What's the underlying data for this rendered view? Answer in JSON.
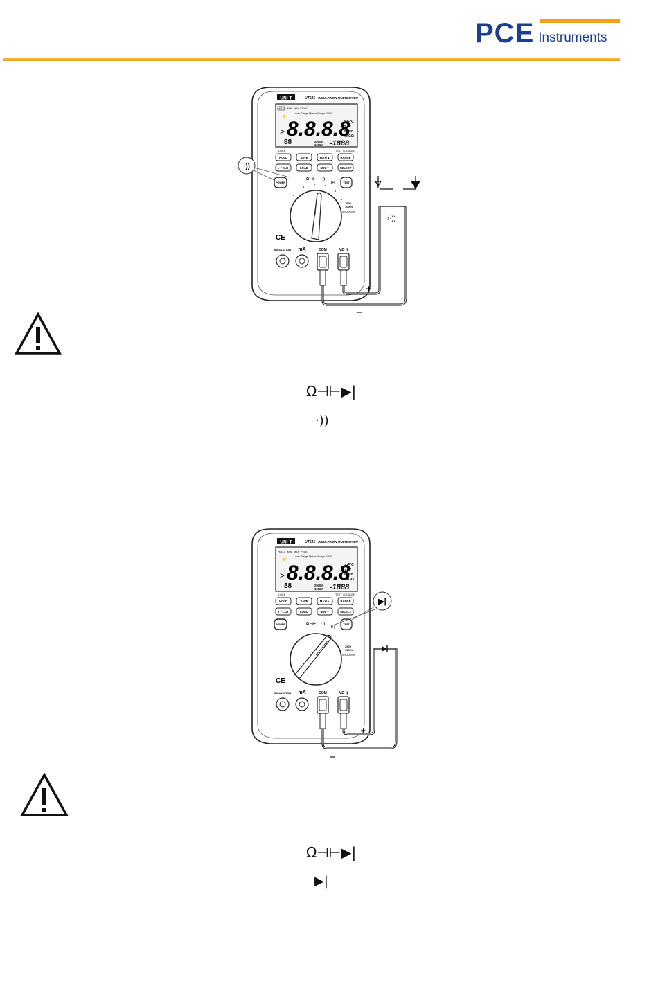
{
  "header": {
    "brand_mark": "PCE",
    "brand_text": "Instruments"
  },
  "meter": {
    "brand": "UNI-T",
    "model": "UT521",
    "title": "INSULATION MULTIMETER",
    "display_digits": "8.8.8.8",
    "display_sub": "-1888",
    "lcd_tags": [
      "HOLD",
      "MIN",
      "MAX",
      "PEAK"
    ],
    "lcd_units": [
      "nμF°C",
      "mAV",
      "MkHz",
      "MkGΩ"
    ],
    "lcd_modes": [
      "Auto Range",
      "Manual Range",
      "61000",
      "mV"
    ],
    "voltage_levels": [
      "2500V",
      "1000V"
    ],
    "buttons_row1": [
      "HOLD",
      "SAVE",
      "MAX/▲",
      "RANGE"
    ],
    "buttons_row2": [
      "◐ / CLR",
      "LOAD",
      "MIN/▼",
      "SELECT"
    ],
    "side_buttons": [
      "POWER",
      "TEST"
    ],
    "labels": [
      "LOCK",
      "TEST VOLTAGE",
      "INSULATION"
    ],
    "terminals": [
      "INSULATION",
      "mA",
      "COM",
      "VΩ·))"
    ],
    "ce": "CE",
    "dial_labels": [
      "Ω ⊣⊢",
      "·))",
      "⊳|",
      "250V",
      "1000V"
    ]
  },
  "figure1": {
    "callout_symbol": "·))",
    "probe_plus": "+",
    "probe_minus": "−",
    "component_symbol": "♪·))"
  },
  "figure2": {
    "callout_symbol": "▶|",
    "probe_plus": "+",
    "probe_minus": "−"
  },
  "section1": {
    "function_symbols": "Ω⊣⊢▶|",
    "mode_symbol": "·))"
  },
  "section2": {
    "function_symbols": "Ω⊣⊢▶|",
    "mode_symbol": "▶|"
  },
  "colors": {
    "brand_blue": "#1e3f8c",
    "accent_orange": "#f3a21a"
  }
}
